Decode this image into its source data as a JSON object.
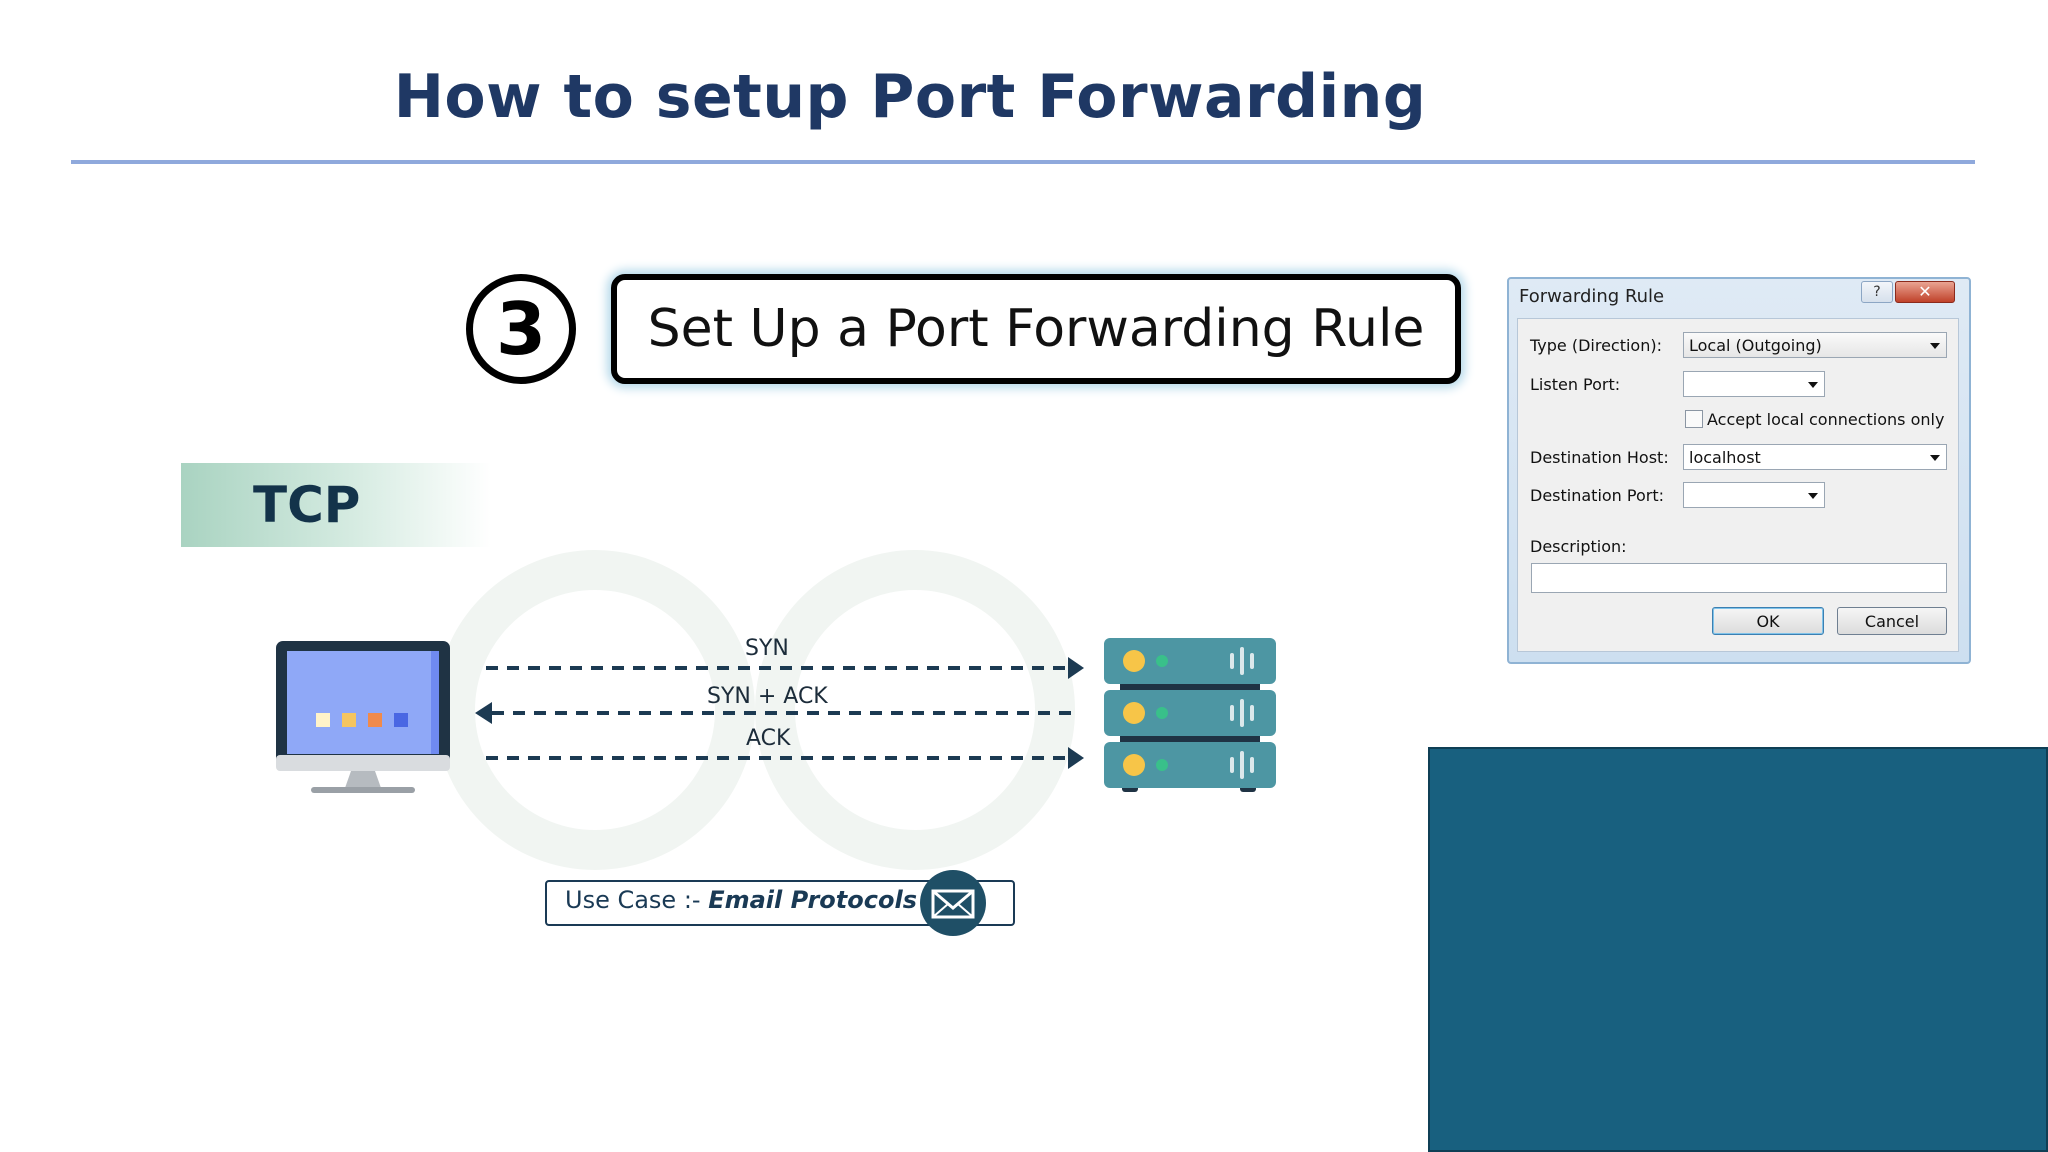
{
  "slide": {
    "title": "How to setup Port Forwarding",
    "step_number": "3",
    "step_title": "Set Up a Port Forwarding Rule"
  },
  "tcp": {
    "label": "TCP",
    "handshake": [
      "SYN",
      "SYN + ACK",
      "ACK"
    ],
    "usecase_prefix": "Use Case :- ",
    "usecase_value": "Email Protocols",
    "colors": {
      "monitor_screen": "#8fa8f7",
      "server": "#4d96a3",
      "arrow": "#1c3a52"
    }
  },
  "dialog": {
    "title": "Forwarding Rule",
    "help_label": "?",
    "close_label": "✕",
    "type_label": "Type (Direction):",
    "type_value": "Local (Outgoing)",
    "listen_port_label": "Listen Port:",
    "listen_port_value": "",
    "accept_local_label": "Accept local connections only",
    "dest_host_label": "Destination Host:",
    "dest_host_value": "localhost",
    "dest_port_label": "Destination Port:",
    "dest_port_value": "",
    "description_label": "Description:",
    "description_value": "",
    "ok_label": "OK",
    "cancel_label": "Cancel"
  },
  "panel": {
    "color": "#18607f"
  }
}
